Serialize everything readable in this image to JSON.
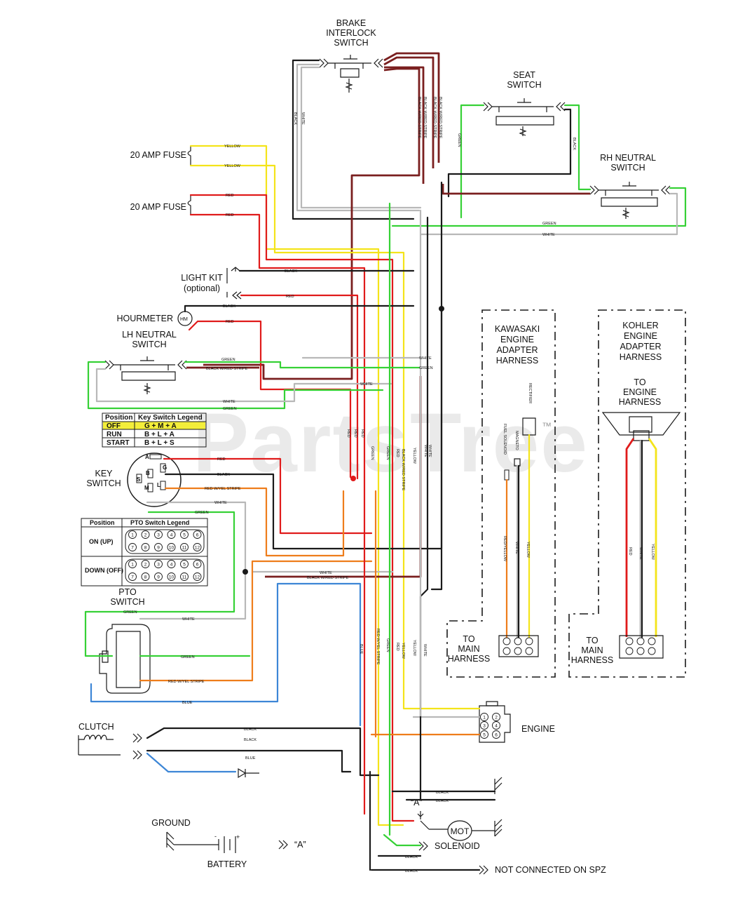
{
  "labels": {
    "brake_interlock_switch": [
      "BRAKE",
      "INTERLOCK",
      "SWITCH"
    ],
    "seat_switch": [
      "SEAT",
      "SWITCH"
    ],
    "rh_neutral_switch": [
      "RH NEUTRAL",
      "SWITCH"
    ],
    "fuse_1": "20 AMP FUSE",
    "fuse_2": "20 AMP FUSE",
    "light_kit": [
      "LIGHT KIT",
      "(optional)"
    ],
    "hourmeter": "HOURMETER",
    "lh_neutral_switch": [
      "LH NEUTRAL",
      "SWITCH"
    ],
    "key_switch": [
      "KEY",
      "SWITCH"
    ],
    "pto_switch": [
      "PTO",
      "SWITCH"
    ],
    "clutch": "CLUTCH",
    "engine": "ENGINE",
    "ground": "GROUND",
    "battery": "BATTERY",
    "solenoid": "SOLENOID",
    "mot": "MOT",
    "not_connected": "NOT CONNECTED ON SPZ",
    "point_a": "“A”",
    "battery_to_a": "“A”",
    "hm": "HM",
    "kawasaki": [
      "KAWASAKI",
      "ENGINE",
      "ADAPTER",
      "HARNESS"
    ],
    "kohler": [
      "KOHLER",
      "ENGINE",
      "ADAPTER",
      "HARNESS"
    ],
    "to_engine_harness": [
      "TO",
      "ENGINE",
      "HARNESS"
    ],
    "to_main_harness_1": [
      "TO",
      "MAIN",
      "HARNESS"
    ],
    "to_main_harness_2": [
      "TO",
      "MAIN",
      "HARNESS"
    ],
    "watermark": "PartsTree",
    "trademark": "™"
  },
  "key_switch_legend": {
    "headers": [
      "Position",
      "Key Switch Legend"
    ],
    "rows": [
      [
        "OFF",
        "G + M + A"
      ],
      [
        "RUN",
        "B + L + A"
      ],
      [
        "START",
        "B + L + S"
      ]
    ],
    "highlight_color": "#f3ee3a",
    "terminals": [
      "A",
      "B",
      "G",
      "S",
      "M",
      "L"
    ]
  },
  "pto_switch_legend": {
    "headers": [
      "Position",
      "PTO Switch Legend"
    ],
    "rows": [
      {
        "position": "ON (UP)",
        "pins_top": [
          "1",
          "2",
          "3",
          "4",
          "5",
          "6"
        ],
        "pins_bottom": [
          "7",
          "8",
          "9",
          "10",
          "11",
          "12"
        ]
      },
      {
        "position": "DOWN (OFF)",
        "pins_top": [
          "1",
          "2",
          "3",
          "4",
          "5",
          "6"
        ],
        "pins_bottom": [
          "7",
          "8",
          "9",
          "10",
          "11",
          "12"
        ]
      }
    ]
  },
  "wire_labels": {
    "yellow": "YELLOW",
    "red": "RED",
    "black": "BLACK",
    "white": "WHITE",
    "green": "GREEN",
    "blue": "BLUE",
    "black_red_stripe": "BLACK W/RED STRIPE",
    "red_yel_stripe": "RED W/YEL STRIPE",
    "rectifier": "RECTIFIER",
    "fuel_solenoid": "FUEL SOLENOID",
    "magneto": "MAGNETO",
    "red_yellow": "RED/YELLOW"
  },
  "engine_connector_pins": [
    "1",
    "2",
    "3",
    "4",
    "5",
    "6"
  ],
  "colors": {
    "black": "#1a1a1a",
    "red": "#e01b1b",
    "yellow": "#f4e41a",
    "green": "#36d136",
    "orange": "#ee7d1b",
    "brown": "#7a1f1f",
    "blue": "#3d86d6",
    "white_wire": "#b8b8b8"
  }
}
